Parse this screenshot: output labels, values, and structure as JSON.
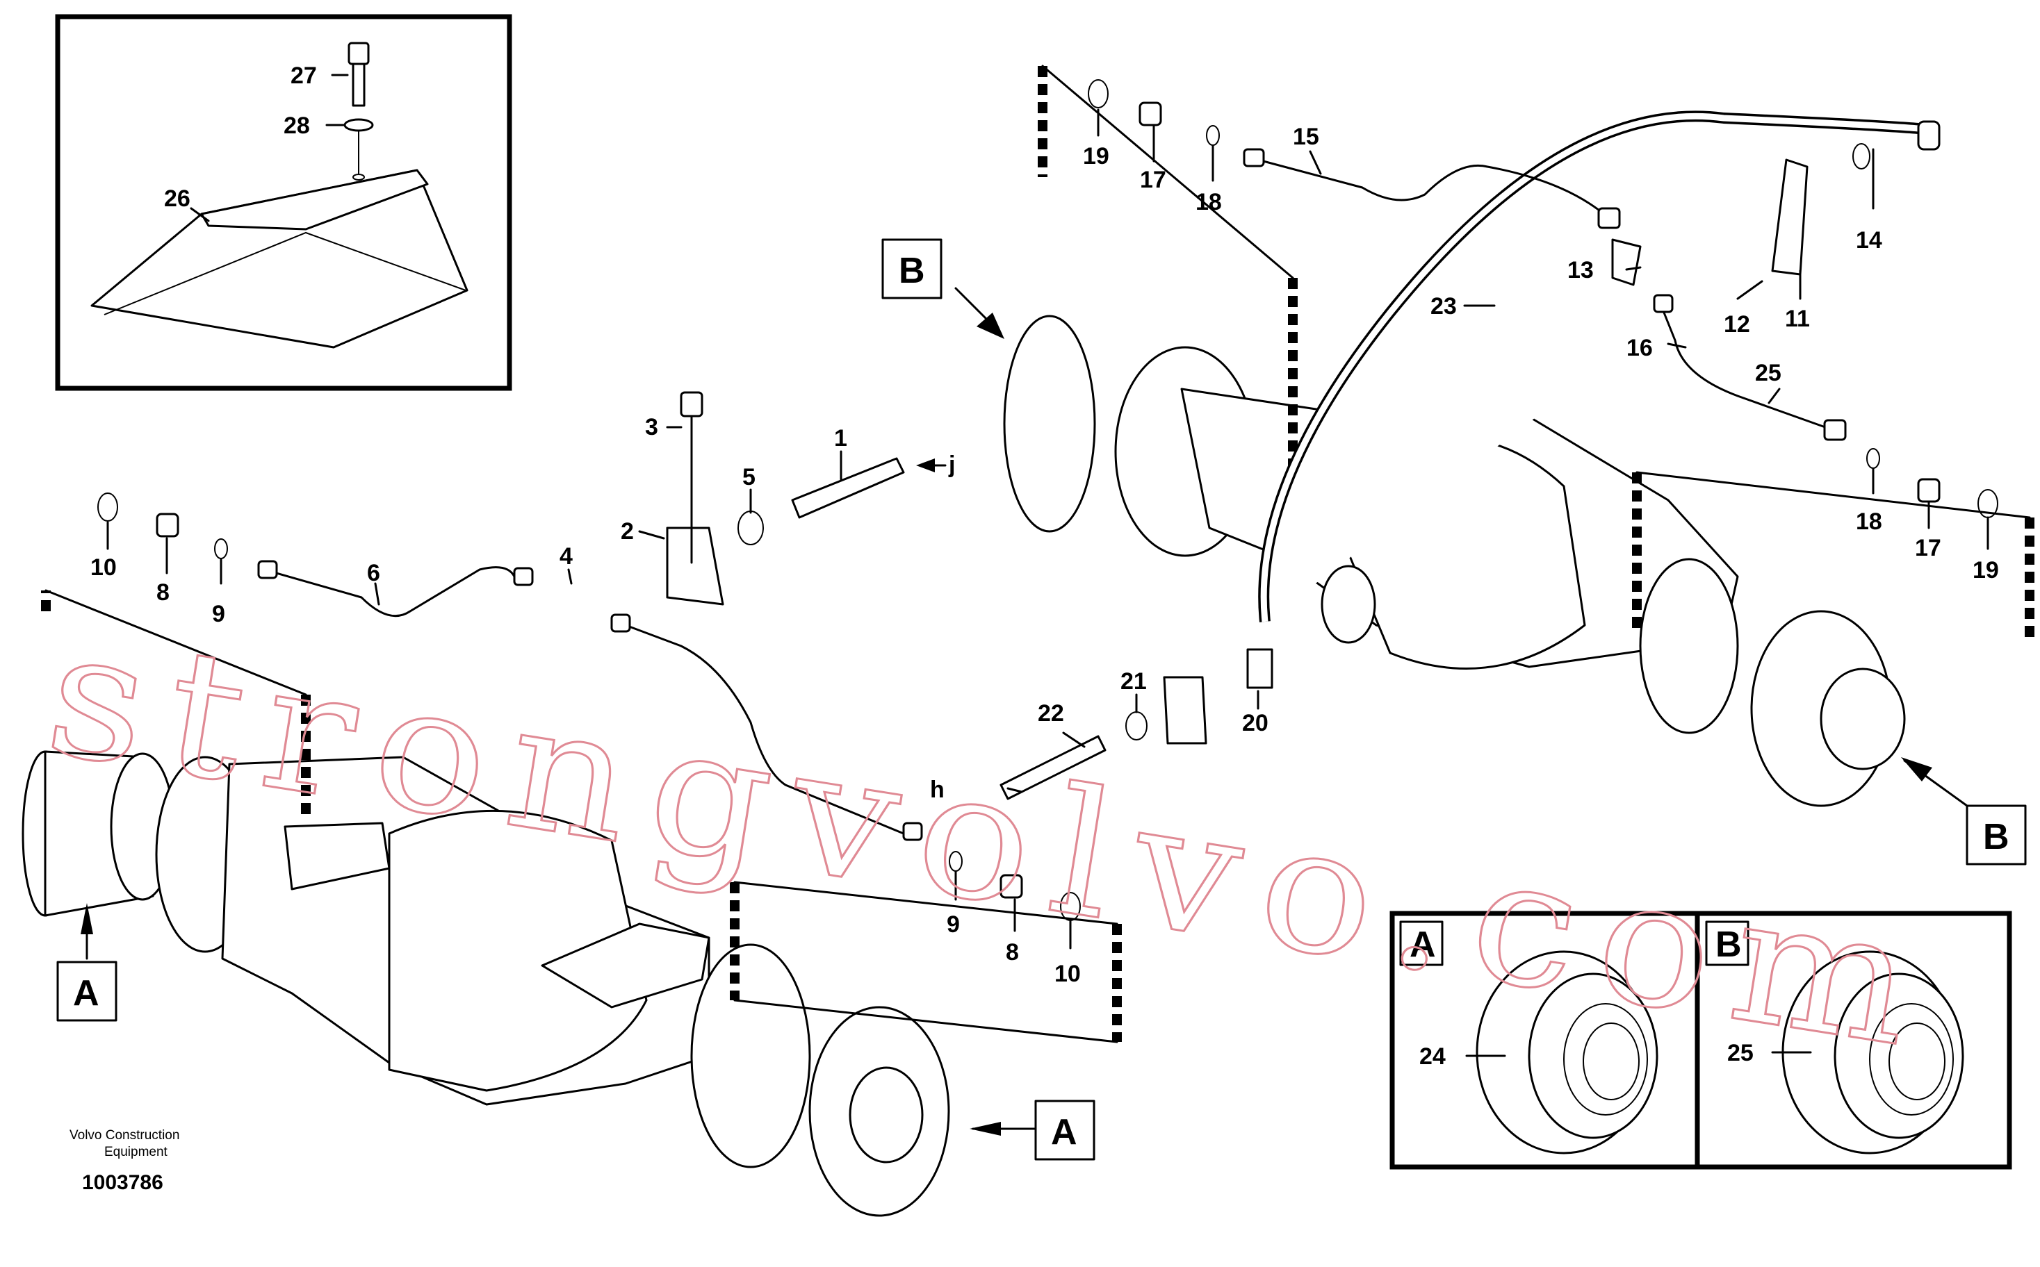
{
  "diagram": {
    "watermark": "strongvolvo.com",
    "credit_line1": "Volvo Construction",
    "credit_line2": "Equipment",
    "doc_number": "1003786",
    "ref_marks": {
      "a": "A",
      "b": "B",
      "j": "j",
      "h": "h"
    },
    "part_labels": {
      "p1": "1",
      "p2": "2",
      "p3": "3",
      "p4": "4",
      "p5": "5",
      "p6": "6",
      "p8": "8",
      "p9": "9",
      "p10": "10",
      "p11": "11",
      "p12": "12",
      "p13": "13",
      "p14": "14",
      "p15": "15",
      "p16": "16",
      "p17": "17",
      "p18": "18",
      "p19": "19",
      "p20": "20",
      "p21": "21",
      "p22": "22",
      "p23": "23",
      "p24": "24",
      "p25": "25",
      "p26": "26",
      "p27": "27",
      "p28": "28"
    }
  }
}
